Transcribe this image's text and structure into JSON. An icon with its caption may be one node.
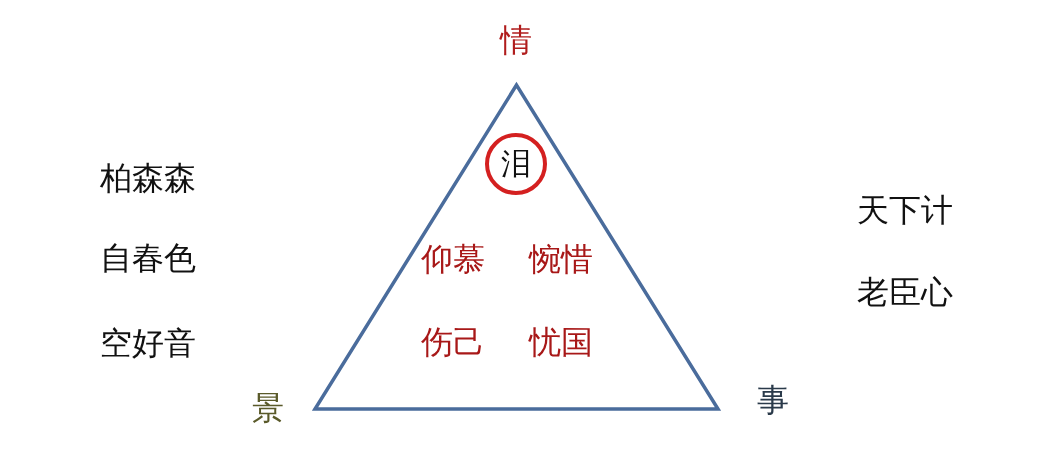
{
  "diagram": {
    "nodes": [
      {
        "text": [
          "仰慕",
          "惋惜",
          "伤己",
          "忧国"
        ],
        "beside": [
          "情",
          "景",
          "事"
        ]
      },
      {
        "text": [
          "泪"
        ],
        "in": 0
      }
    ],
    "labels": [
      "柏森森",
      "自春色",
      "空好音",
      "天下计",
      "老臣心"
    ]
  }
}
